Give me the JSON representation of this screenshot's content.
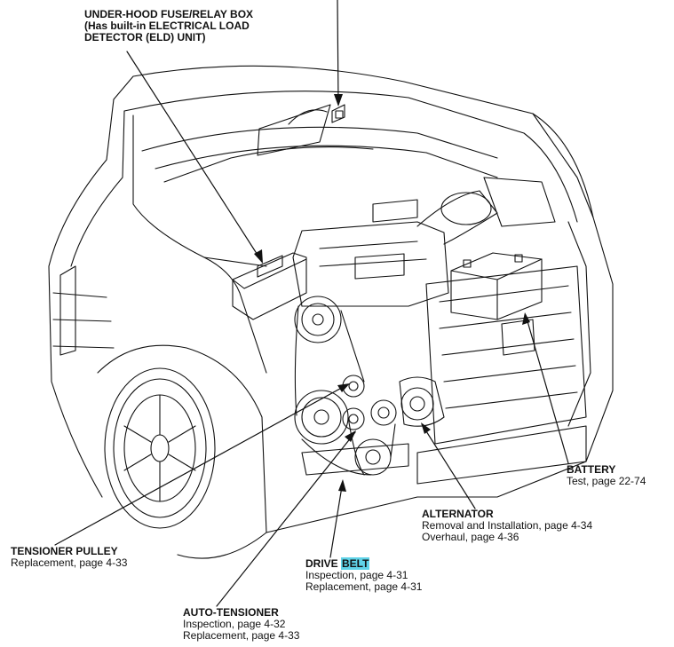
{
  "labels": {
    "fuse_box": {
      "line1": "UNDER-HOOD FUSE/RELAY BOX",
      "line2": "(Has built-in ELECTRICAL LOAD",
      "line3": "DETECTOR (ELD) UNIT)"
    },
    "battery": {
      "title": "BATTERY",
      "lines": [
        "Test, page 22-74"
      ]
    },
    "alternator": {
      "title": "ALTERNATOR",
      "lines": [
        "Removal and Installation, page 4-34",
        "Overhaul, page 4-36"
      ]
    },
    "tensioner_pulley": {
      "title": "TENSIONER PULLEY",
      "lines": [
        "Replacement, page 4-33"
      ]
    },
    "drive_belt": {
      "title_a": "DRIVE ",
      "title_b": "BELT",
      "lines": [
        "Inspection, page 4-31",
        "Replacement, page 4-31"
      ]
    },
    "auto_tensioner": {
      "title": "AUTO-TENSIONER",
      "lines": [
        "Inspection, page 4-32",
        "Replacement, page 4-33"
      ]
    }
  },
  "colors": {
    "ink": "#111111",
    "highlight": "#5fd3e8"
  }
}
